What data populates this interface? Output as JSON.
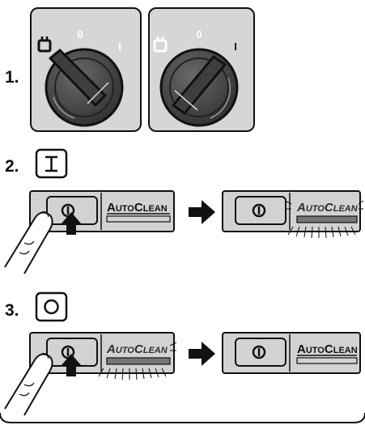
{
  "steps": {
    "s1": "1.",
    "s2": "2.",
    "s3": "3."
  },
  "knobs": {
    "left": {
      "pos_off": "0",
      "pos_on": "I"
    },
    "right": {
      "pos_off": "0",
      "pos_on": "I"
    }
  },
  "buttons": {
    "autoclean": {
      "big_a": "A",
      "uto": "UTO",
      "big_c": "C",
      "lean": "LEAN"
    }
  },
  "colors": {
    "panel": "#d4d4d4",
    "knob": "#4a4a4a",
    "knob_dark": "#222222",
    "outline": "#111111"
  }
}
